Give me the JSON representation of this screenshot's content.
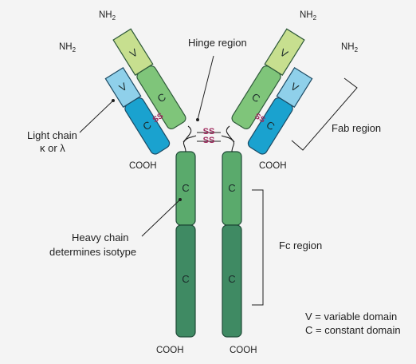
{
  "labels": {
    "hinge_region": "Hinge region",
    "light_chain_line1": "Light chain",
    "light_chain_line2": "κ or λ",
    "fab_region": "Fab region",
    "heavy_chain_line1": "Heavy chain",
    "heavy_chain_line2": "determines isotype",
    "fc_region": "Fc region",
    "legend_variable": "V = variable domain",
    "legend_constant": "C = constant domain"
  },
  "domains": {
    "variable": "V",
    "constant": "C"
  },
  "terminals": {
    "n_terminus": "NH",
    "n_subscript": "2",
    "c_terminus": "COOH"
  },
  "disulfide": "SS",
  "colors": {
    "heavy_variable": "#c7df8f",
    "heavy_constant_1": "#7fc57a",
    "heavy_constant_2_3": "#3f8a63",
    "heavy_constant_stem": "#5aaa6c",
    "light_variable": "#8fd0ea",
    "light_constant": "#1aa2cf",
    "disulfide": "#a0295d",
    "background": "#f4f4f4"
  }
}
